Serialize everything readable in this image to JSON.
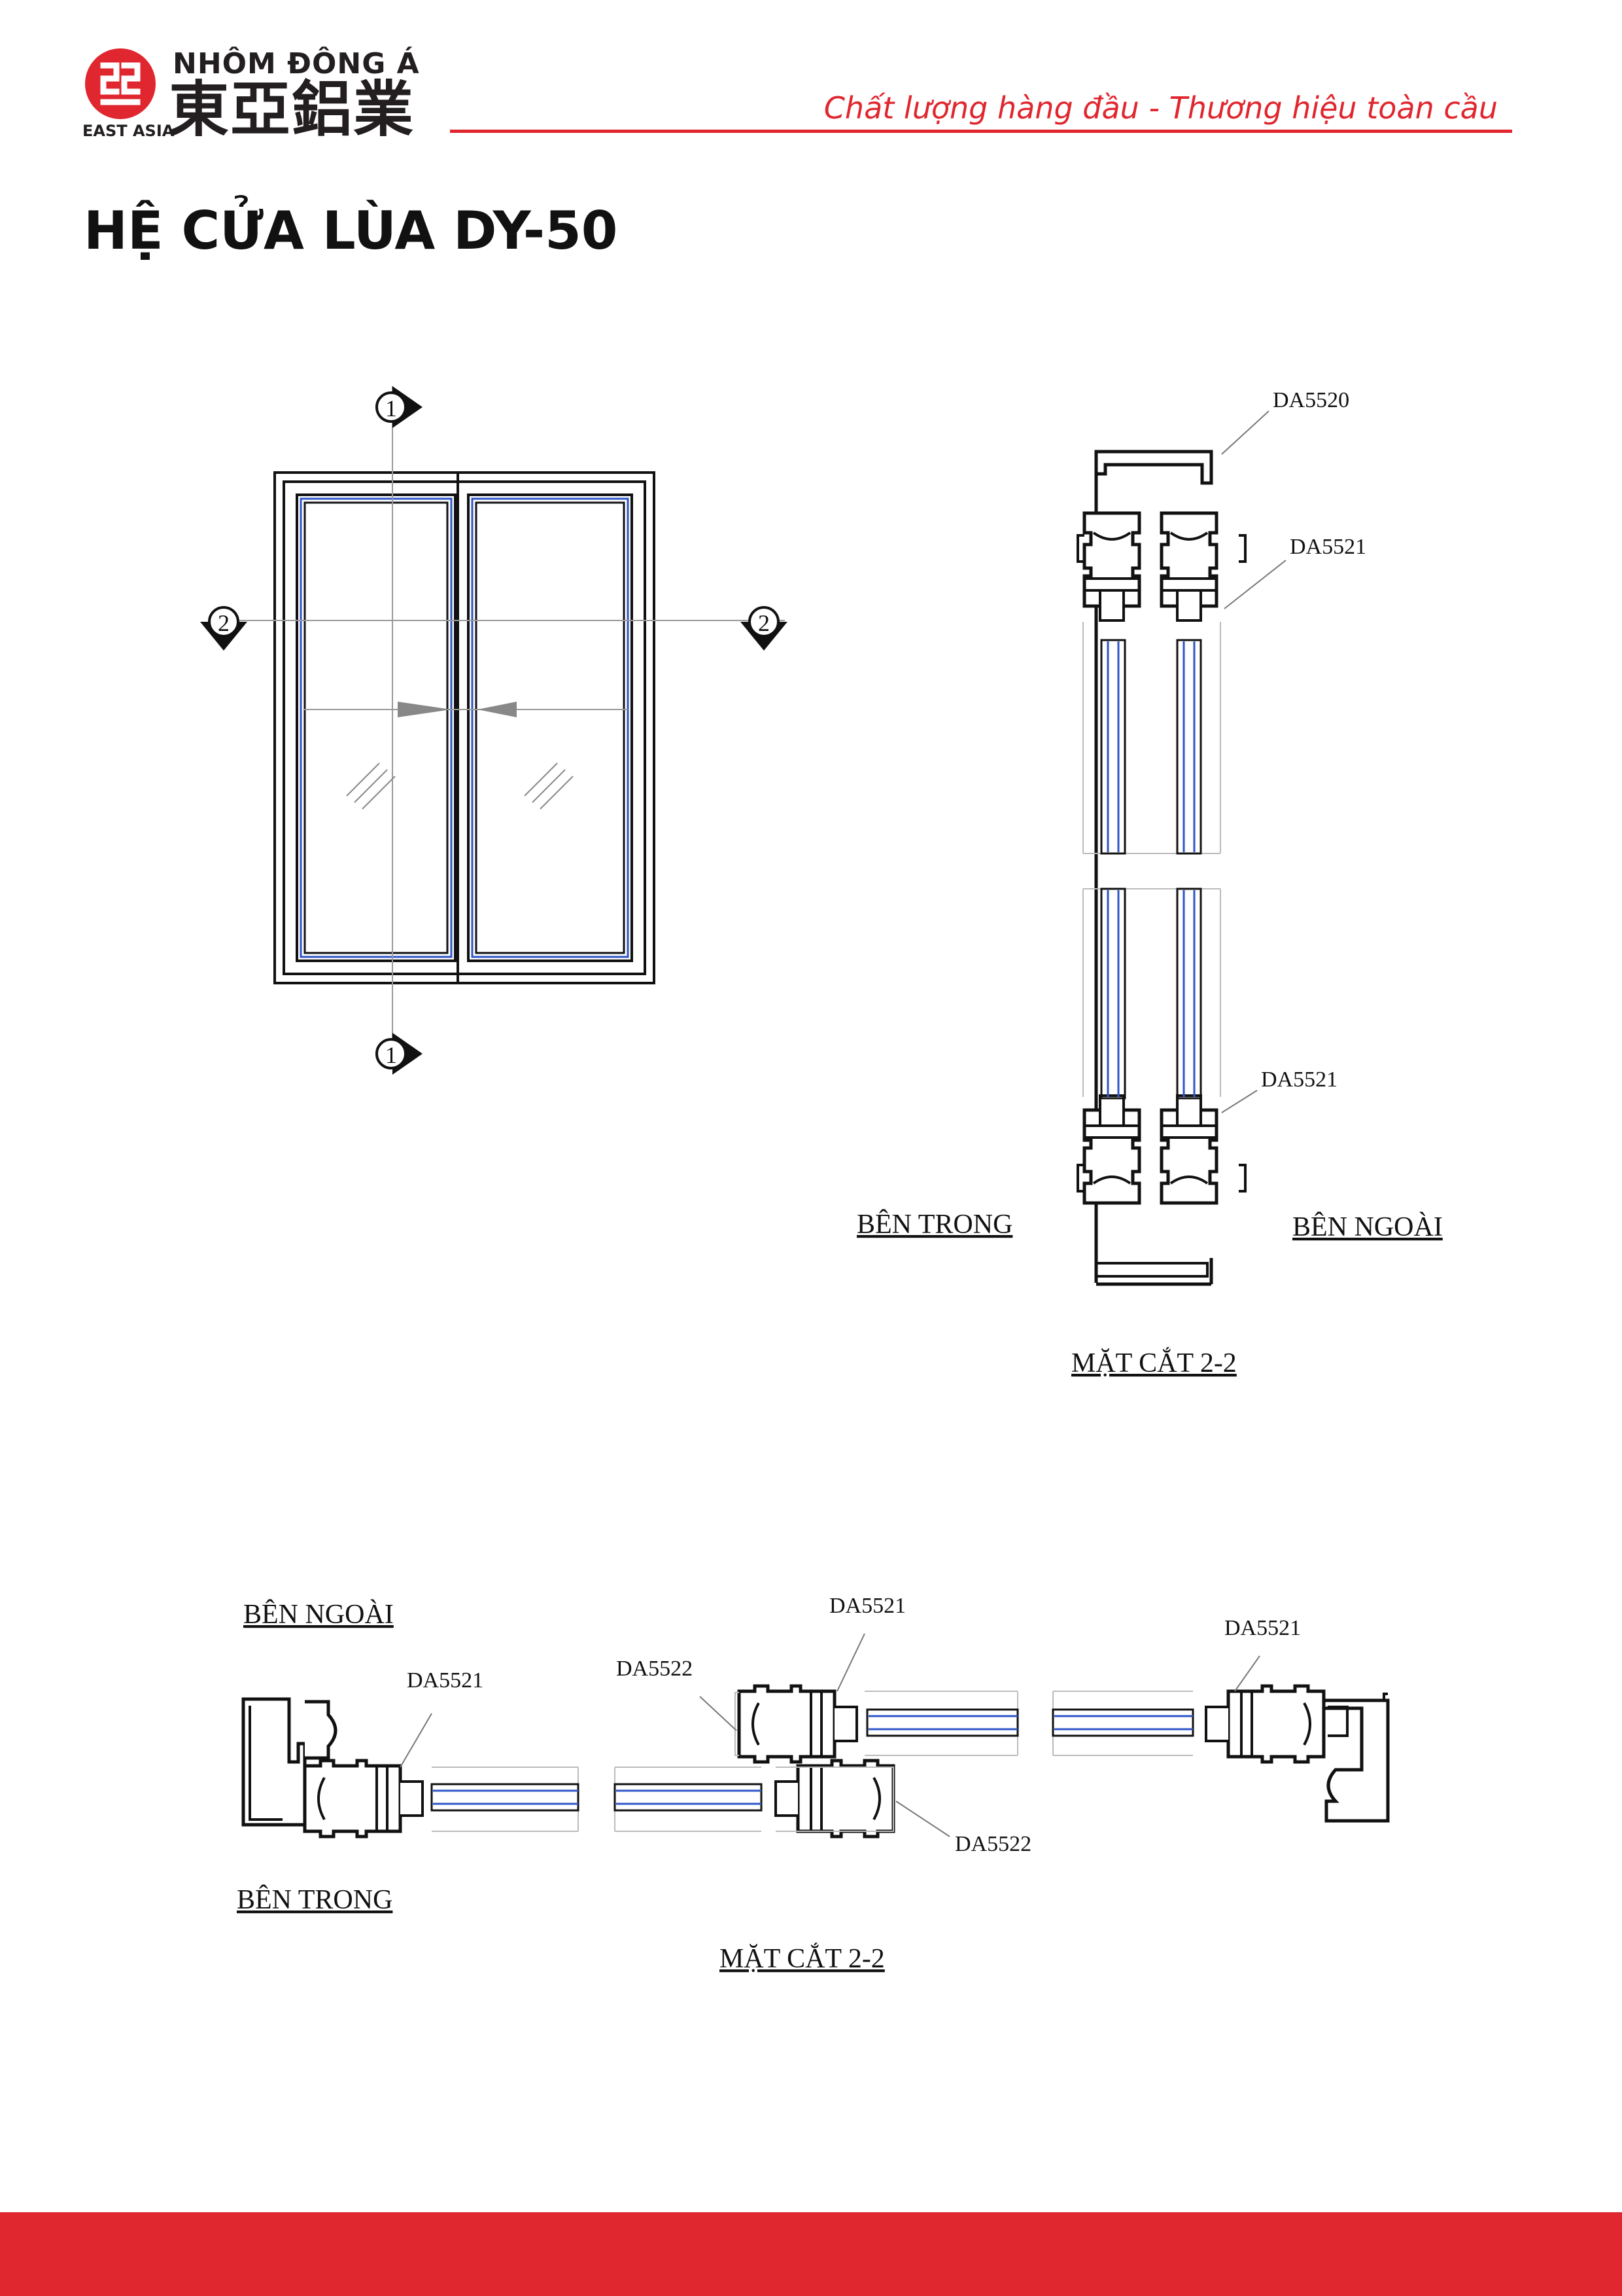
{
  "brand": {
    "name_vn": "NHÔM ĐÔNG Á",
    "name_cn": "東亞鋁業",
    "name_en": "EAST ASIA",
    "slogan": "Chất lượng hàng đầu - Thương hiệu toàn cầu",
    "accent_color": "#e0262e"
  },
  "title": "HỆ CỬA LÙA DY-50",
  "elevation": {
    "section_marker_1": "1",
    "section_marker_2": "2"
  },
  "vertical_section": {
    "profiles": [
      "DA5520",
      "DA5521",
      "DA5521"
    ],
    "inside_label": "BÊN TRONG",
    "outside_label": "BÊN NGOÀI",
    "caption": "MẶT CẮT  2-2"
  },
  "horizontal_section": {
    "profiles": [
      "DA5521",
      "DA5522",
      "DA5521",
      "DA5522",
      "DA5521"
    ],
    "outside_label": "BÊN NGOÀI",
    "inside_label": "BÊN TRONG",
    "caption": "MẶT CẮT  2-2"
  }
}
